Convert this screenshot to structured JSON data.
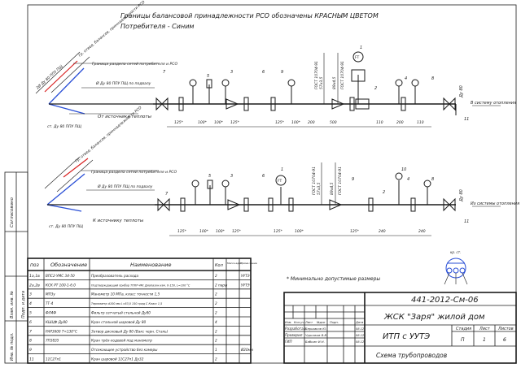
{
  "header": {
    "line1": "Границы балансовой принадлежности РСО обозначены КРАСНЫМ ЦВЕТОМ",
    "line2": "Потребителя - Синим"
  },
  "top_scheme": {
    "left_labels": {
      "ownership_label": "Гр. отвед. балансов. приннадлежности РСО",
      "consumer_label": "Граница раздела сетей потребителя и РСО",
      "pipe_diag": "2Ø Ду 80 ППУ ПЩ",
      "pipe_horiz": "Ø Ду 80 ППУ ПЩ по подвалу",
      "from_source": "От источника теплоты",
      "pipe_bottom": "ст. Ду 80 ППУ ПЩ"
    },
    "gost_labels": [
      "ГОСТ 10704-91",
      "57х3,5",
      "89х4,5",
      "ГОСТ 10704-91"
    ],
    "right_pipe": "Ду 80",
    "to_system": "В систему отопления",
    "dims": [
      "125*",
      "100*",
      "100*",
      "125*",
      "125*",
      "100*",
      "200",
      "500",
      "110",
      "200",
      "110"
    ],
    "callouts": [
      "1",
      "2",
      "3",
      "4",
      "5",
      "6",
      "7",
      "8",
      "9",
      "11"
    ]
  },
  "bottom_scheme": {
    "left_labels": {
      "ownership_label": "Гр. отвед. балансов. приннадлежности РСО",
      "consumer_label": "Граница раздела сетей потребителя и РСО",
      "pipe_horiz": "Ø Ду 80 ППУ ПЩ по подвалу",
      "to_source": "К источнику теплоты",
      "pipe_bottom": "ст. Ду 80 ППУ ПЩ"
    },
    "gost_labels": [
      "ГОСТ 10704-91",
      "57х3,5",
      "89х4,5",
      "ГОСТ 10704-91"
    ],
    "right_pipe": "Ду 80",
    "from_system": "Из системы отопления",
    "dims": [
      "125*",
      "100*",
      "100*",
      "125*",
      "125*",
      "100*",
      "125*",
      "240",
      "240"
    ],
    "callouts": [
      "1",
      "2",
      "3",
      "4",
      "5",
      "6",
      "7",
      "8",
      "9",
      "10",
      "11"
    ]
  },
  "note": "* Минимально допустимые размеры",
  "spec_table": {
    "headers": [
      "поз",
      "Обозначение",
      "Наименование",
      "Кол",
      "Масса ед.кг",
      "Приме-чание"
    ],
    "rows": [
      [
        "1а,1в",
        "ВПС2-УМС 34-50",
        "Преобразователь расхода",
        "2",
        "",
        "УУТЭ"
      ],
      [
        "2а,2в",
        "КСК РТ 100-1-6.0",
        "Подтверждающий прибор ТППР-4М; Диапазон изм. 0-150, L=100 °С",
        "2 пары",
        "",
        "УУТЭ"
      ],
      [
        "3",
        "МП3у",
        "Манометр 10 МПа, класс точности 1,5",
        "2",
        "",
        ""
      ],
      [
        "4",
        "ТТ-4",
        "Термометр d100 мм L=63,0 150 град С Класс 1,5",
        "2",
        "",
        ""
      ],
      [
        "5",
        "ФЛ4Ф",
        "Фильтр сетчатый стальной Ду80",
        "2",
        "",
        ""
      ],
      [
        "6",
        "КШЦФ Ду80",
        "Кран стальной шаровой Ду 80",
        "4",
        "",
        ""
      ],
      [
        "7",
        "РАР3600 Т<130°С",
        "Затвор дисковый Ду 80 (Вакс черн. Сталь)",
        "2",
        "",
        ""
      ],
      [
        "8",
        "7П3835",
        "Кран трёх-ходовой под манометр",
        "2",
        "",
        ""
      ],
      [
        "9",
        "",
        "Отсекающее устройство без камеры",
        "1",
        "",
        "Ø20мм"
      ],
      [
        "11",
        "11С27п1",
        "Кран шаровой 11С27п1 Ду32",
        "2",
        "",
        ""
      ]
    ]
  },
  "sensor_label": "кр. ст.",
  "title_block": {
    "code": "441-2012-См-06",
    "object": "ЖСК \"Заря\" жилой дом",
    "unit": "ИТП с УУТЭ",
    "sheet_title": "Схема трубопроводов",
    "stage_header": "Стадия",
    "sheet_header": "Лист",
    "sheets_header": "Листов",
    "stage": "П",
    "sheet": "1",
    "sheets": "6",
    "sign_headers": [
      "Изм.",
      "Кол.уч",
      "Лист",
      "№док",
      "Подп.",
      "Дата"
    ],
    "roles": [
      "Разработал",
      "Проверил",
      "ГИП"
    ],
    "names": [
      "Бершаков Ю.",
      "Чурсаков В.В.",
      "Бабкин И.Н."
    ],
    "dates": [
      "08.12",
      "08.12",
      "08.12"
    ]
  },
  "side_stamp": [
    "Согласовано",
    "Взам. инв. №",
    "Подп. и дата",
    "Инв. № подл."
  ]
}
